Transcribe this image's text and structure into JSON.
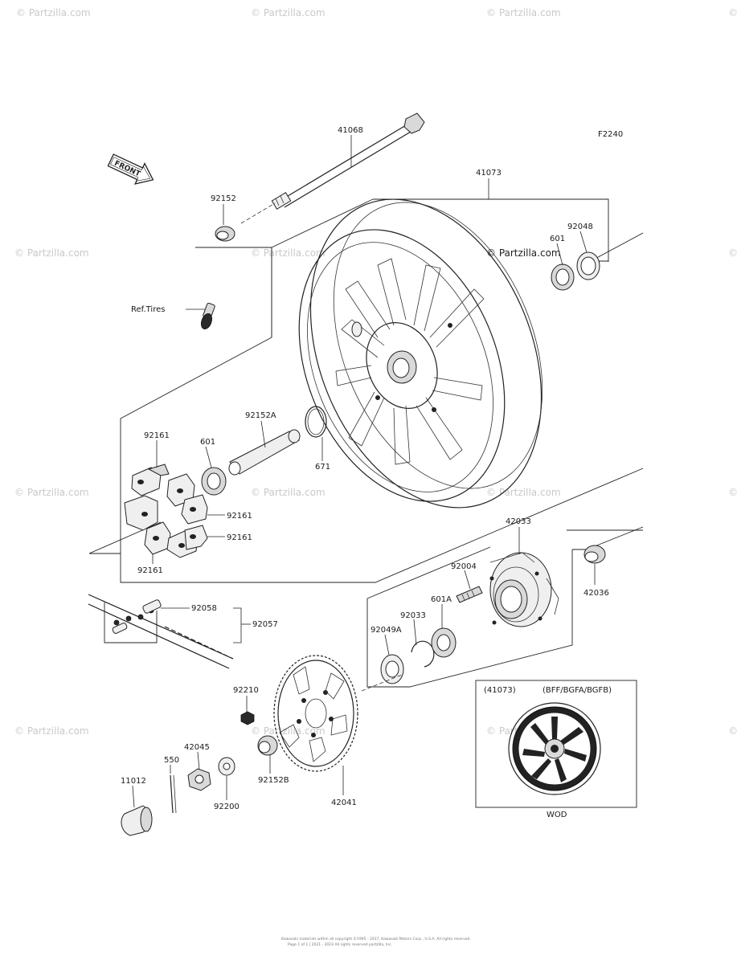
{
  "diagram_code": "F2240",
  "front_label": "FRONT",
  "watermark": "© Partzilla.com",
  "inset": {
    "ref": "(41073)",
    "variants": "(BFF/BGFA/BGFB)",
    "caption": "WOD"
  },
  "labels": {
    "p41068": "41068",
    "p41073": "41073",
    "p92152": "92152",
    "p92048": "92048",
    "p601_top": "601",
    "ref_tires": "Ref.Tires",
    "p92152A": "92152A",
    "p92161_a": "92161",
    "p601_mid": "601",
    "p671": "671",
    "p92161_b": "92161",
    "p92161_c": "92161",
    "p92161_d": "92161",
    "p42033": "42033",
    "p92004": "92004",
    "p42036": "42036",
    "p92058": "92058",
    "p92057": "92057",
    "p92033": "92033",
    "p601A": "601A",
    "p92049A": "92049A",
    "p92210": "92210",
    "p42045": "42045",
    "p550": "550",
    "p11012": "11012",
    "p92200": "92200",
    "p92152B": "92152B",
    "p42041": "42041"
  },
  "copyright_lines": [
    "Kawasaki materials within all copyright ©1995 - 2017, Kawasaki Motors Corp., U.S.A. All rights reserved.",
    "Page 1 of 1 | 2021 - 2023 All rights reserved partzilla, Inc."
  ]
}
